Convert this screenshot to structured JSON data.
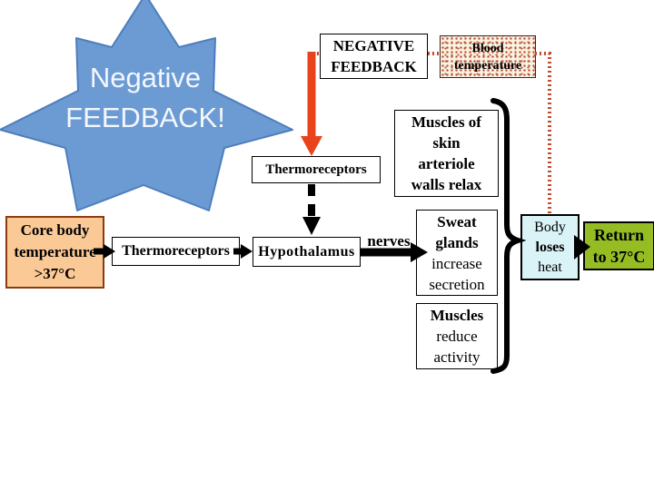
{
  "slide": {
    "star": {
      "line1": "Negative",
      "line2": "FEEDBACK!",
      "fill": "#6c9bd3",
      "border": "#4d7ebc",
      "text_color": "#f3f7fc"
    },
    "boxes": {
      "negative_feedback": {
        "lines": [
          {
            "t": "NEGATIVE",
            "b": true
          },
          {
            "t": "FEEDBACK",
            "b": true
          }
        ]
      },
      "blood_temperature": {
        "lines": [
          {
            "t": "Blood",
            "b": true
          },
          {
            "t": "temperature",
            "b": true
          }
        ]
      },
      "thermoreceptors_top": {
        "lines": [
          {
            "t": "Thermoreceptors",
            "b": true
          }
        ]
      },
      "muscles_skin": {
        "lines": [
          {
            "t": "Muscles of",
            "b": true
          },
          {
            "t": "skin",
            "b": true
          },
          {
            "t": "arteriole",
            "b": true
          },
          {
            "t": "walls relax",
            "b": true
          }
        ]
      },
      "core_body": {
        "lines": [
          {
            "t": "Core body",
            "b": true
          },
          {
            "t": "temperature",
            "b": true
          },
          {
            "t": ">37°C",
            "b": true
          }
        ],
        "fill": "#fbc995"
      },
      "thermoreceptors_mid": {
        "lines": [
          {
            "t": "Thermoreceptors",
            "b": true
          }
        ]
      },
      "hypothalamus": {
        "lines": [
          {
            "t": "Hypothalamus",
            "b": true
          }
        ]
      },
      "sweat_glands": {
        "lines": [
          {
            "t": "Sweat",
            "b": true
          },
          {
            "t": "glands",
            "b": true
          },
          {
            "t": "increase",
            "b": false
          },
          {
            "t": "secretion",
            "b": false
          }
        ]
      },
      "muscles_reduce": {
        "lines": [
          {
            "t": "Muscles",
            "b": true
          },
          {
            "t": "reduce",
            "b": false
          },
          {
            "t": "activity",
            "b": false
          }
        ]
      },
      "body_loses_heat": {
        "lines": [
          {
            "t": "Body",
            "b": false
          },
          {
            "t": "loses",
            "b": true
          },
          {
            "t": "heat",
            "b": false
          }
        ],
        "fill": "#d9f3f7"
      },
      "return_to_37": {
        "lines": [
          {
            "t": "Return",
            "b": true
          },
          {
            "t": "to 37°C",
            "b": true
          }
        ],
        "fill": "#95bd23"
      }
    },
    "labels": {
      "nerves": "nerves"
    },
    "colors": {
      "arrow_red": "#e8431a",
      "dotted_red": "#bf4a2c",
      "arrow_black": "#000000"
    }
  }
}
